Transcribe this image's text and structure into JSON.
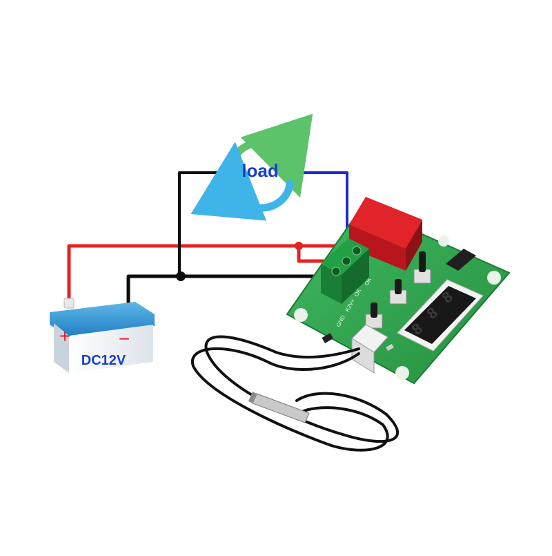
{
  "load": {
    "label": "load"
  },
  "battery": {
    "plus_symbol": "+",
    "minus_symbol": "−",
    "voltage_label": "DC12V"
  },
  "board": {
    "silkscreen": [
      "GND",
      "K2V+",
      "OK",
      "OK"
    ],
    "display_digits": [
      "8",
      "8",
      "8"
    ]
  },
  "colors": {
    "wire_red": "#e52121",
    "wire_black": "#0d0d0d",
    "wire_blue": "#1d2ccf",
    "pcb_green": "#2fa84f",
    "relay_red": "#e1232a",
    "terminal_green": "#1e8c3a",
    "battery_top": "#2a8fd0",
    "battery_body": "#f2f5f8",
    "load_text": "#1a3fd0",
    "arrow_green": "#5cc36b",
    "arrow_blue": "#3fb4e8"
  }
}
